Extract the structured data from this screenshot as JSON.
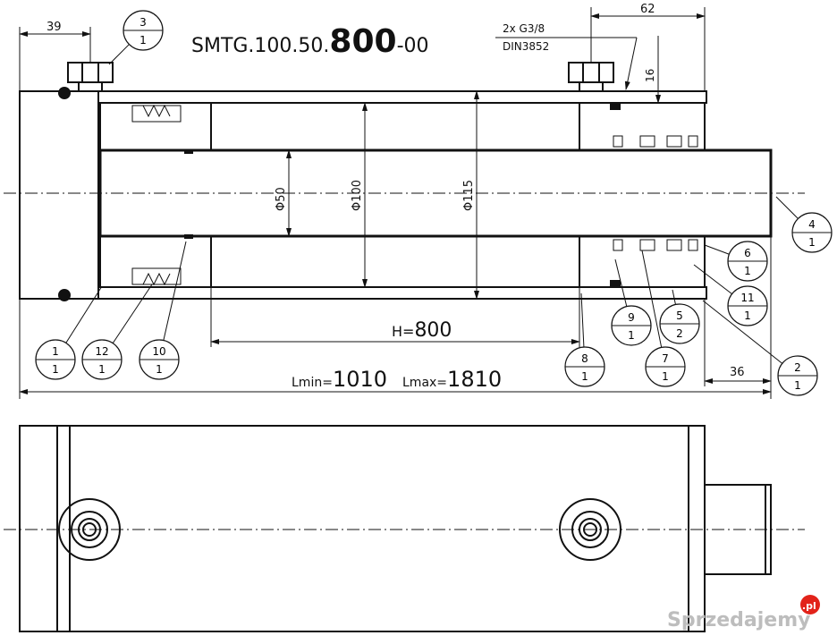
{
  "drawing": {
    "code_prefix": "SMTG.100.50.",
    "code_stroke": "800",
    "code_suffix": "-00",
    "port_count": "2x G3/8",
    "port_standard": "DIN3852",
    "dim_39": "39",
    "dim_62": "62",
    "dim_16": "16",
    "dim_36": "36",
    "dia_50": "Φ50",
    "dia_100": "Φ100",
    "dia_115": "Φ115",
    "stroke_prefix": "H=",
    "stroke_value": "800",
    "lmin_prefix": "Lmin=",
    "lmin_value": "1010",
    "lmax_prefix": "Lmax=",
    "lmax_value": "1810"
  },
  "balloons": [
    {
      "part": "3",
      "qty": "1"
    },
    {
      "part": "4",
      "qty": "1"
    },
    {
      "part": "6",
      "qty": "1"
    },
    {
      "part": "11",
      "qty": "1"
    },
    {
      "part": "2",
      "qty": "1"
    },
    {
      "part": "5",
      "qty": "2"
    },
    {
      "part": "9",
      "qty": "1"
    },
    {
      "part": "7",
      "qty": "1"
    },
    {
      "part": "8",
      "qty": "1"
    },
    {
      "part": "1",
      "qty": "1"
    },
    {
      "part": "12",
      "qty": "1"
    },
    {
      "part": "10",
      "qty": "1"
    }
  ],
  "watermark": {
    "text": "Sprzedajemy",
    "badge": ".pl",
    "badge_color": "#e2231a"
  }
}
